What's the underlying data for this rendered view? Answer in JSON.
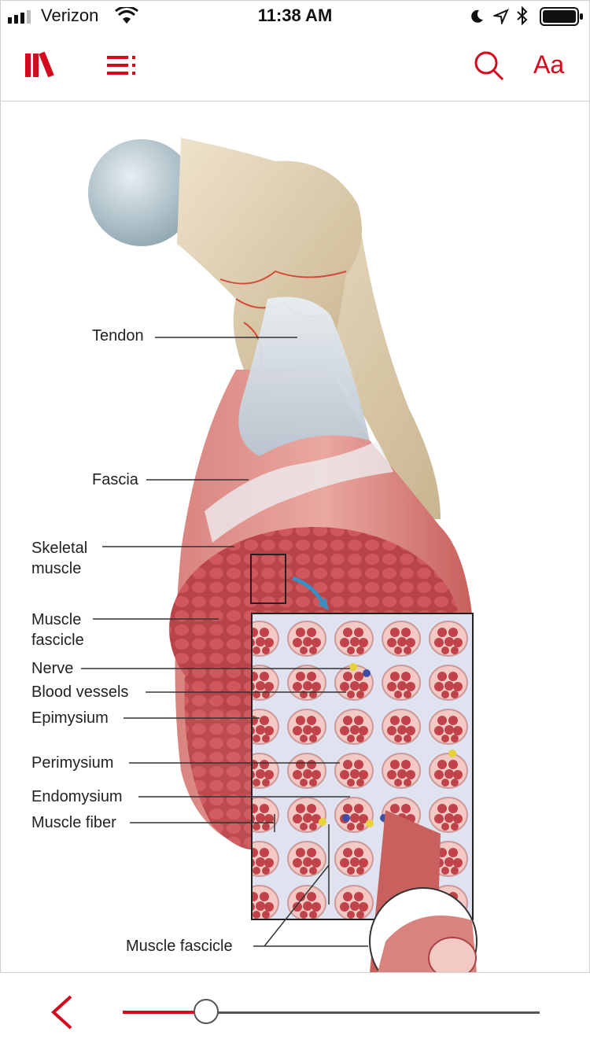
{
  "status_bar": {
    "carrier": "Verizon",
    "time": "11:38 AM",
    "icons": [
      "signal-icon",
      "wifi-icon",
      "moon-icon",
      "location-icon",
      "bluetooth-icon",
      "battery-icon"
    ]
  },
  "toolbar": {
    "library_icon": "library-icon",
    "contents_icon": "list-icon",
    "search_icon": "search-icon",
    "font_size_label": "Aa"
  },
  "figure": {
    "labels": {
      "tendon": "Tendon",
      "fascia": "Fascia",
      "skeletal_muscle": "Skeletal\nmuscle",
      "muscle_fascicle_top": "Muscle\nfascicle",
      "nerve": "Nerve",
      "blood_vessels": "Blood vessels",
      "epimysium": "Epimysium",
      "perimysium": "Perimysium",
      "endomysium": "Endomysium",
      "muscle_fiber": "Muscle fiber",
      "muscle_fascicle_bottom": "Muscle fascicle"
    }
  },
  "bottom_bar": {
    "back_icon": "chevron-left-icon",
    "page_progress": 0.2,
    "accent": "#d5091d",
    "track_color": "#555555"
  }
}
